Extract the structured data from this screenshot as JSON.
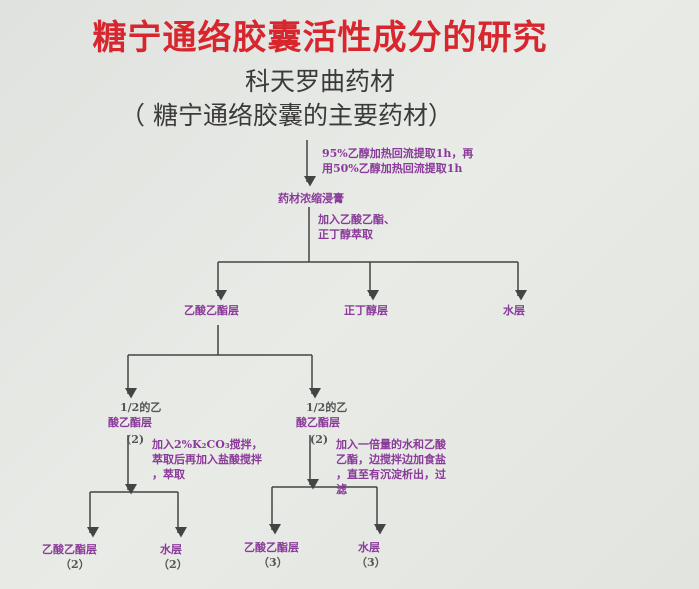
{
  "title": "糖宁通络胶囊活性成分的研究",
  "subtitle": "科天罗曲药材",
  "subtitle2": "（ 糖宁通络胶囊的主要药材）",
  "steps": {
    "extract_note1": "95%乙醇加热回流提取1h，再",
    "extract_note2": "用50%乙醇加热回流提取1h",
    "concentrate": "药材浓缩浸膏",
    "partition_note1": "加入乙酸乙酯、",
    "partition_note2": "正丁醇萃取",
    "layer_ea": "乙酸乙酯层",
    "layer_bu": "正丁醇层",
    "layer_water": "水层",
    "half_left1": "1/2的乙",
    "half_left2": "酸乙酯层",
    "half_right1": "1/2的乙",
    "half_right2": "酸乙酯层",
    "left_num": "(2)",
    "left_note1": "加入2%K₂CO₃搅拌，",
    "left_note2": "萃取后再加入盐酸搅拌",
    "left_note3": "，萃取",
    "right_num": "(2)",
    "right_note1": "加入一倍量的水和乙酸",
    "right_note2": "乙酯，边搅拌边加食盐",
    "right_note3": "，直至有沉淀析出，过",
    "right_note4": "滤",
    "bl1": "乙酸乙酯层",
    "bl1n": "（2）",
    "bl2": "水层",
    "bl2n": "（2）",
    "bl3": "乙酸乙酯层",
    "bl3n": "（3）",
    "bl4": "水层",
    "bl4n": "（3）"
  }
}
